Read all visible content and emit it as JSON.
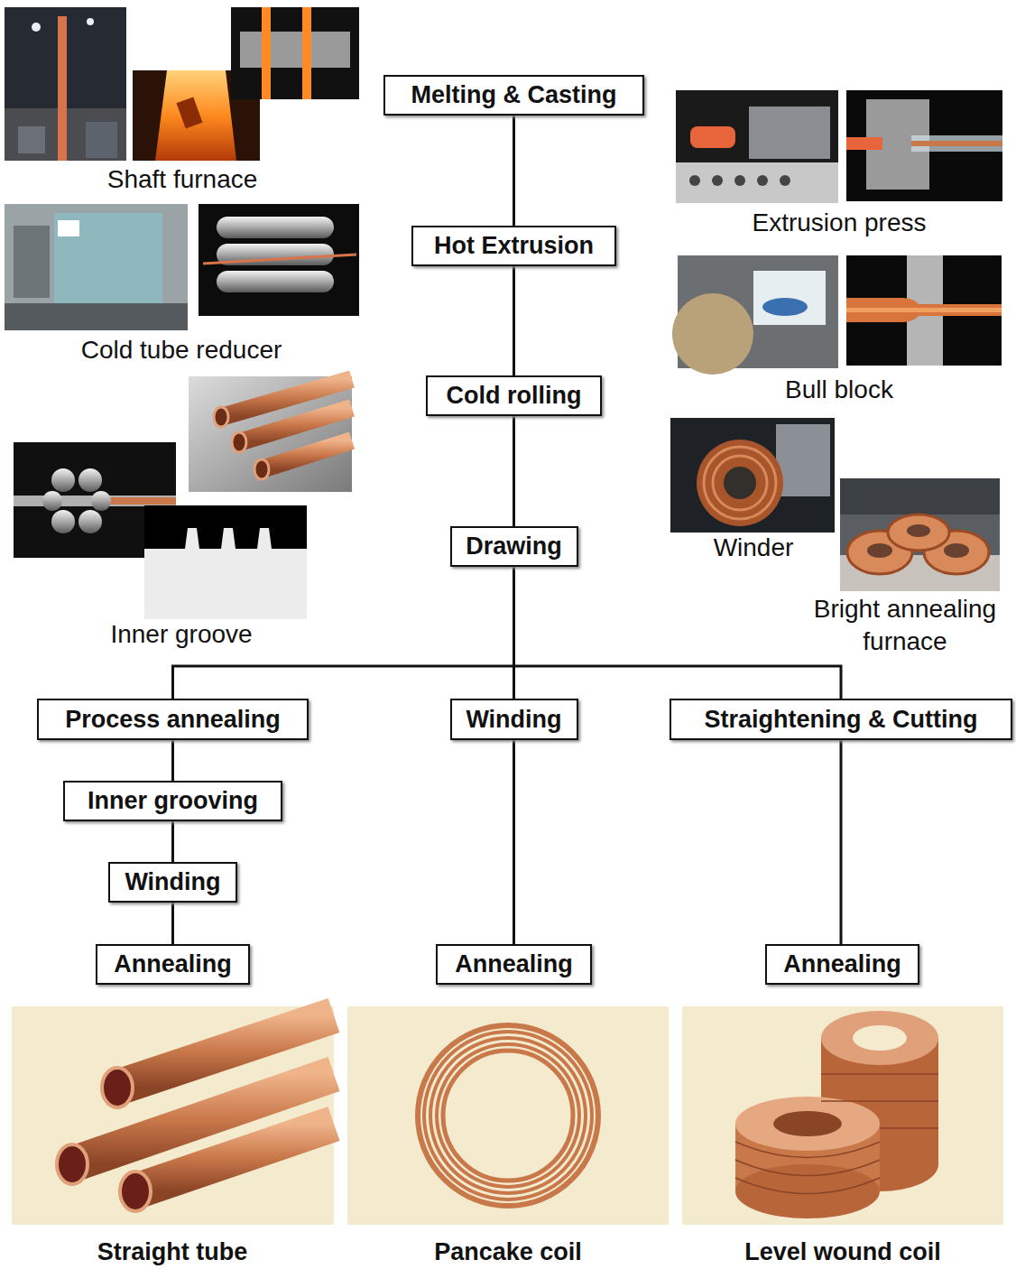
{
  "diagram": {
    "nodes": [
      {
        "text": [
          "Melting & Casting"
        ]
      },
      {
        "text": [
          "Hot Extrusion"
        ]
      },
      {
        "text": [
          "Cold rolling"
        ]
      },
      {
        "text": [
          "Drawing"
        ]
      },
      {
        "text": [
          "Process annealing"
        ]
      },
      {
        "text": [
          "Winding"
        ]
      },
      {
        "text": [
          "Straightening & Cutting"
        ]
      },
      {
        "text": [
          "Inner grooving"
        ]
      },
      {
        "text": [
          "Winding"
        ]
      },
      {
        "text": [
          "Annealing"
        ]
      },
      {
        "text": [
          "Annealing"
        ]
      },
      {
        "text": [
          "Annealing"
        ]
      }
    ],
    "edges": [
      {
        "from": 0,
        "to": 1,
        "arrow": "none"
      },
      {
        "from": 1,
        "to": 2,
        "arrow": "none"
      },
      {
        "from": 2,
        "to": 3,
        "arrow": "none"
      },
      {
        "from": 3,
        "to": 4,
        "arrow": "none"
      },
      {
        "from": 3,
        "to": 5,
        "arrow": "none"
      },
      {
        "from": 3,
        "to": 6,
        "arrow": "none"
      },
      {
        "from": 4,
        "to": 7,
        "arrow": "none"
      },
      {
        "from": 7,
        "to": 8,
        "arrow": "none"
      },
      {
        "from": 8,
        "to": 9,
        "arrow": "none"
      },
      {
        "from": 5,
        "to": 10,
        "arrow": "none"
      },
      {
        "from": 6,
        "to": 11,
        "arrow": "none"
      }
    ],
    "labels": [
      "Shaft furnace",
      "Cold tube reducer",
      "Inner groove",
      "Extrusion press",
      "Bull block",
      "Winder",
      "Bright annealing furnace",
      "Straight tube",
      "Pancake coil",
      "Level wound coil"
    ]
  }
}
